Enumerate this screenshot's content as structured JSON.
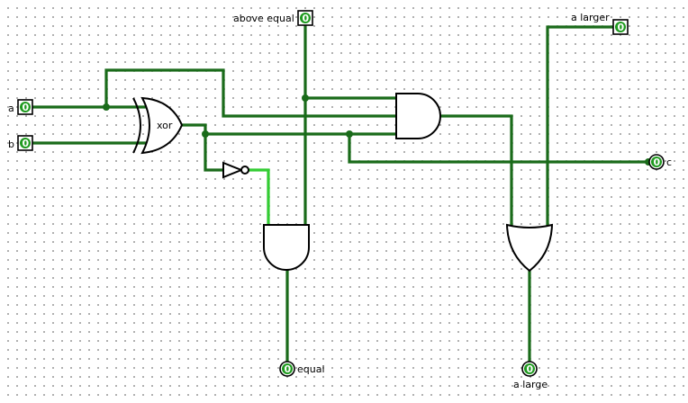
{
  "colors": {
    "wire_low": "#1a6b1a",
    "wire_high": "#33cc33",
    "pin_fill": "#1f9a1f",
    "gate_stroke": "#000000"
  },
  "pins": {
    "a": {
      "label": "a",
      "value": "0"
    },
    "b": {
      "label": "b",
      "value": "0"
    },
    "above_equal": {
      "label": "above equal",
      "value": "0"
    },
    "a_larger": {
      "label": "a larger",
      "value": "0"
    },
    "c": {
      "label": "c",
      "value": "0"
    },
    "equal": {
      "label": "equal",
      "value": "0"
    },
    "a_large": {
      "label": "a large",
      "value": "0"
    }
  },
  "gates": {
    "xor": {
      "label": "xor"
    }
  }
}
